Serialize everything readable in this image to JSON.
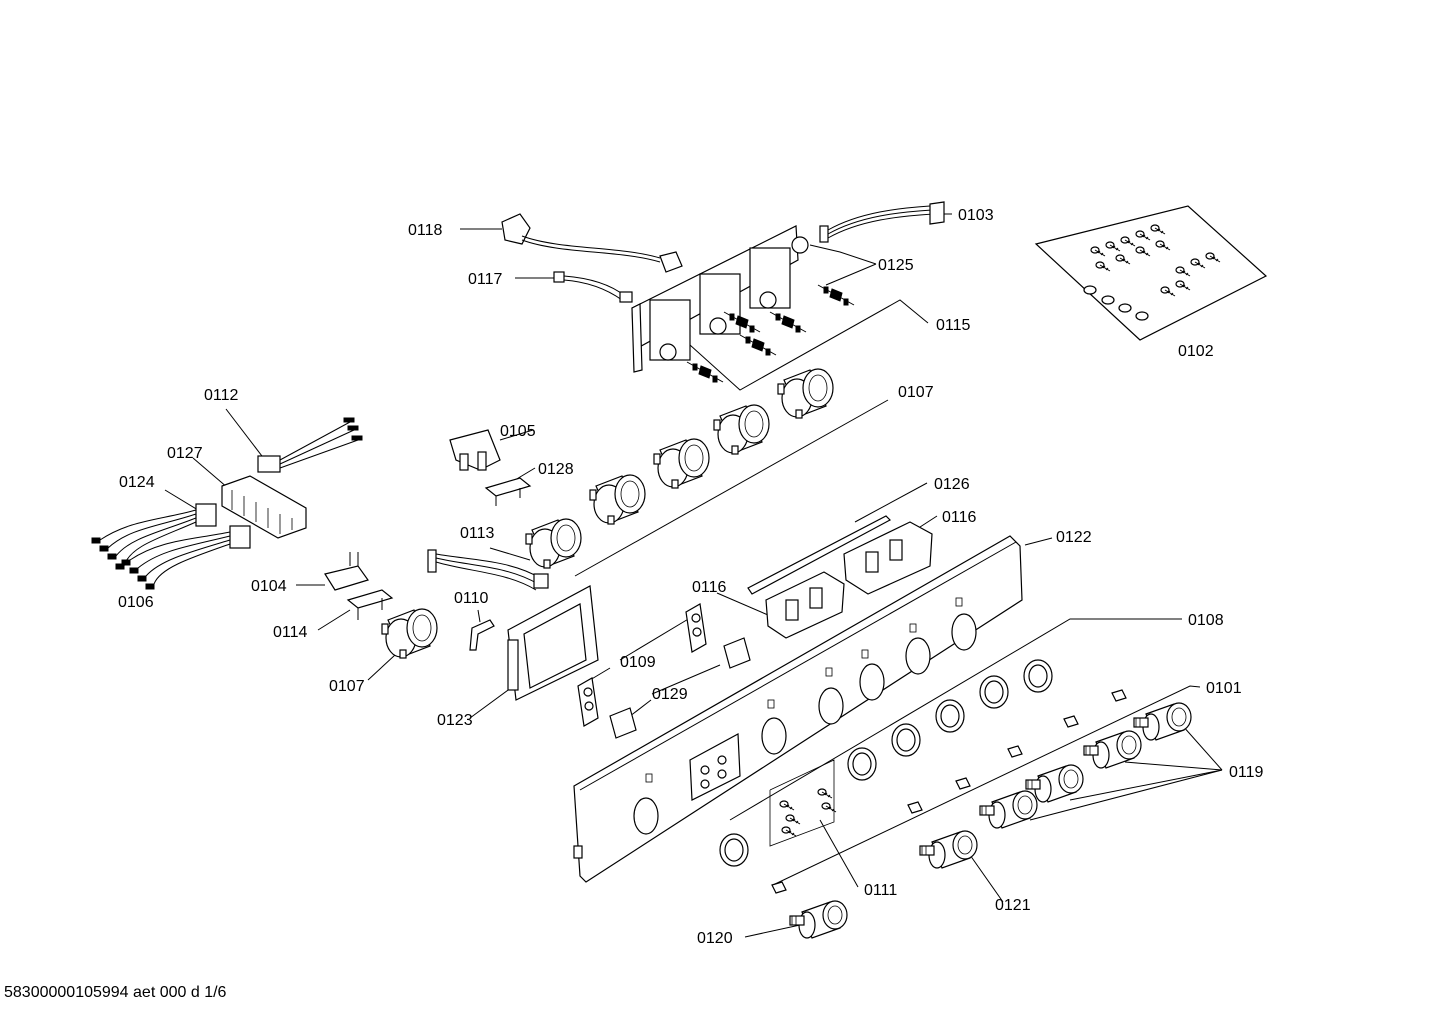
{
  "diagram": {
    "callouts": {
      "c0101": "0101",
      "c0102": "0102",
      "c0103": "0103",
      "c0104": "0104",
      "c0105": "0105",
      "c0106": "0106",
      "c0107a": "0107",
      "c0107b": "0107",
      "c0108": "0108",
      "c0109": "0109",
      "c0110": "0110",
      "c0111": "0111",
      "c0112": "0112",
      "c0113": "0113",
      "c0114": "0114",
      "c0115": "0115",
      "c0116a": "0116",
      "c0116b": "0116",
      "c0117": "0117",
      "c0118": "0118",
      "c0119": "0119",
      "c0120": "0120",
      "c0121": "0121",
      "c0122": "0122",
      "c0123": "0123",
      "c0124": "0124",
      "c0125": "0125",
      "c0126": "0126",
      "c0127": "0127",
      "c0128": "0128",
      "c0129": "0129"
    },
    "footer": "58300000105994 aet 000 d 1/6"
  }
}
